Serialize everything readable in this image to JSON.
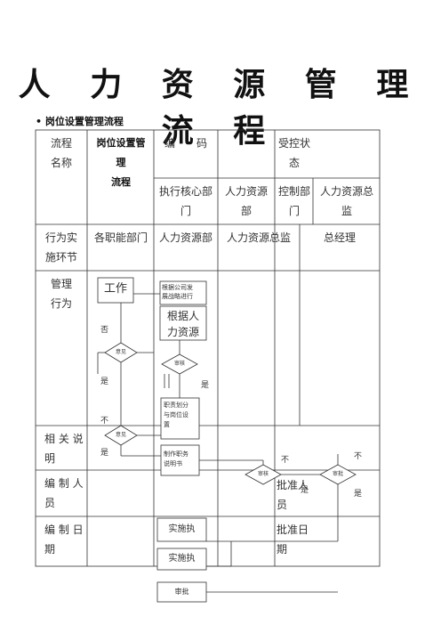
{
  "title": "人 力 资 源 管 理 流 程",
  "subtitle": "• 岗位设置管理流程",
  "table": {
    "process_name_label": "流程\n名称",
    "process_name_value": "岗位设置管\n理\n流程",
    "code_label": "编　　码",
    "controlled_label": "受控状\n态",
    "exec_dept": "执行核心部\n门",
    "hr_dept": "人力资源\n部",
    "control_dept": "控制部\n门",
    "hr_director": "人力资源总\n监",
    "actor_label": "行为实\n施环节",
    "actor_1": "各职能部门",
    "actor_2": "人力资源部",
    "actor_3": "人力资源总监",
    "actor_4": "总经理",
    "mgmt_label": "管理\n行为",
    "notes_label": "相 关 说\n明",
    "editor_label": "编 制 人\n员",
    "approver_label": "批准人\n员",
    "date_label": "编 制 日\n期",
    "approve_date_label": "批准日\n期"
  },
  "flow": {
    "work": "工作",
    "basis_plan": "根据公司发\n展战略进行",
    "basis_hr": "根据人\n力资源",
    "opinion_1": "意见",
    "opinion_2": "意见",
    "review_1": "审核",
    "review_2": "审核",
    "approve": "审批",
    "no_1": "否",
    "no_2": "不",
    "no_3": "不",
    "no_4": "不",
    "yes_1": "是",
    "yes_2": "是",
    "yes_3": "是",
    "yes_4": "是",
    "yes_5": "是",
    "duty_plan": "职责划分\n与岗位设\n置",
    "make_duty": "制作职务\n说明书",
    "implement_1": "实施执",
    "implement_2": "实施执",
    "implement_3": "审批"
  }
}
